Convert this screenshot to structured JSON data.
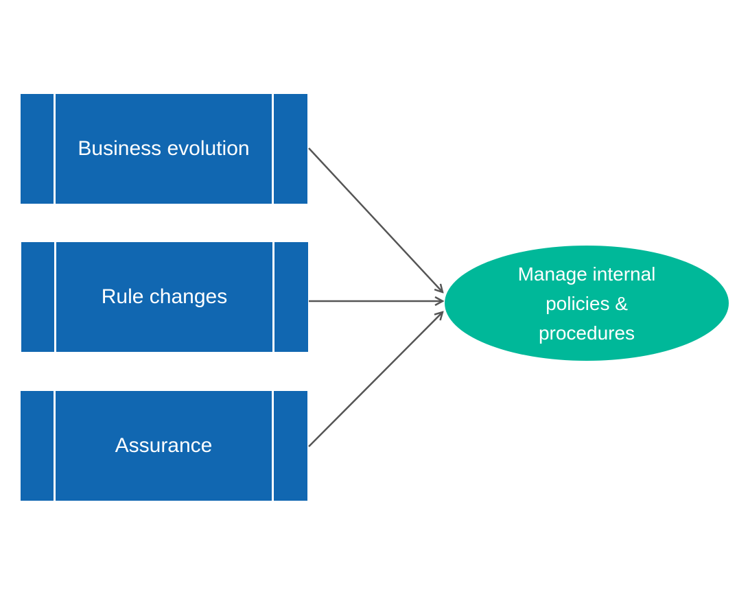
{
  "diagram": {
    "inputs": [
      {
        "label": "Business evolution"
      },
      {
        "label": "Rule changes"
      },
      {
        "label": "Assurance"
      }
    ],
    "target": {
      "label": "Manage internal policies & procedures"
    },
    "colors": {
      "input_fill": "#1167b1",
      "target_fill": "#00b899",
      "arrow": "#555555",
      "text": "#ffffff"
    }
  }
}
